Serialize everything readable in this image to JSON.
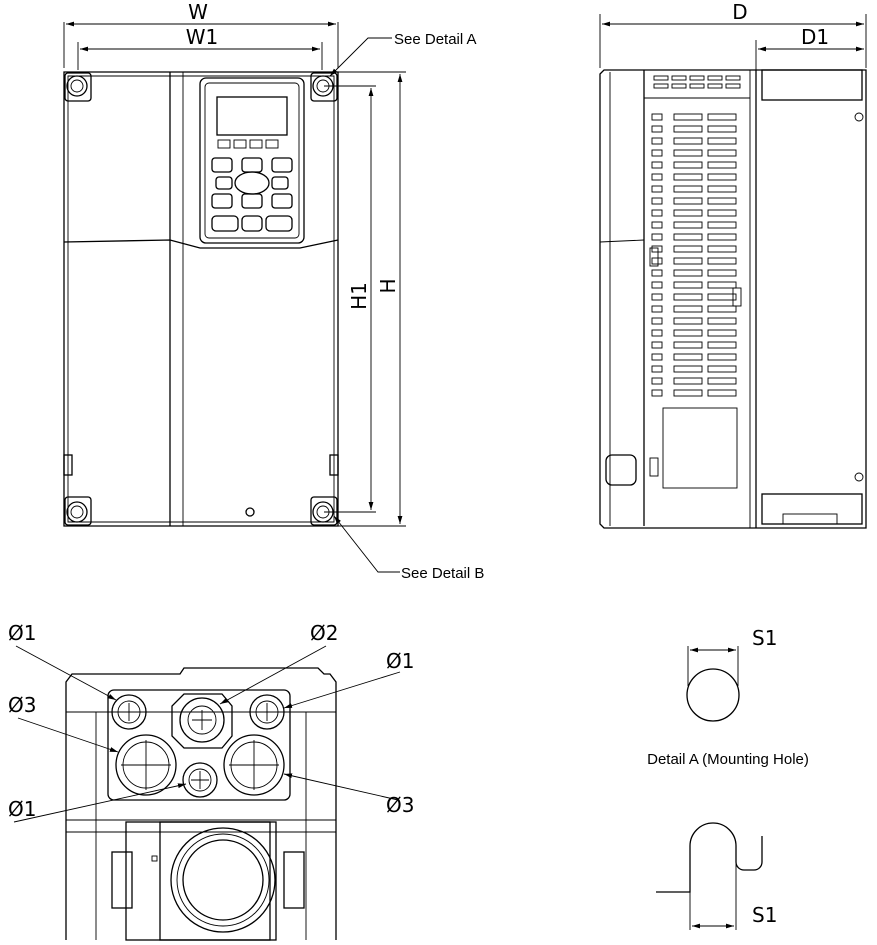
{
  "dims": {
    "w": "W",
    "w1": "W1",
    "h": "H",
    "h1": "H1",
    "d": "D",
    "d1": "D1",
    "s1_a": "S1",
    "s1_b": "S1",
    "phi1_a": "Ø1",
    "phi1_b": "Ø1",
    "phi1_c": "Ø1",
    "phi2": "Ø2",
    "phi3_a": "Ø3",
    "phi3_b": "Ø3"
  },
  "callouts": {
    "detail_a": "See Detail A",
    "detail_b": "See Detail B",
    "detail_a_caption": "Detail A (Mounting Hole)"
  }
}
